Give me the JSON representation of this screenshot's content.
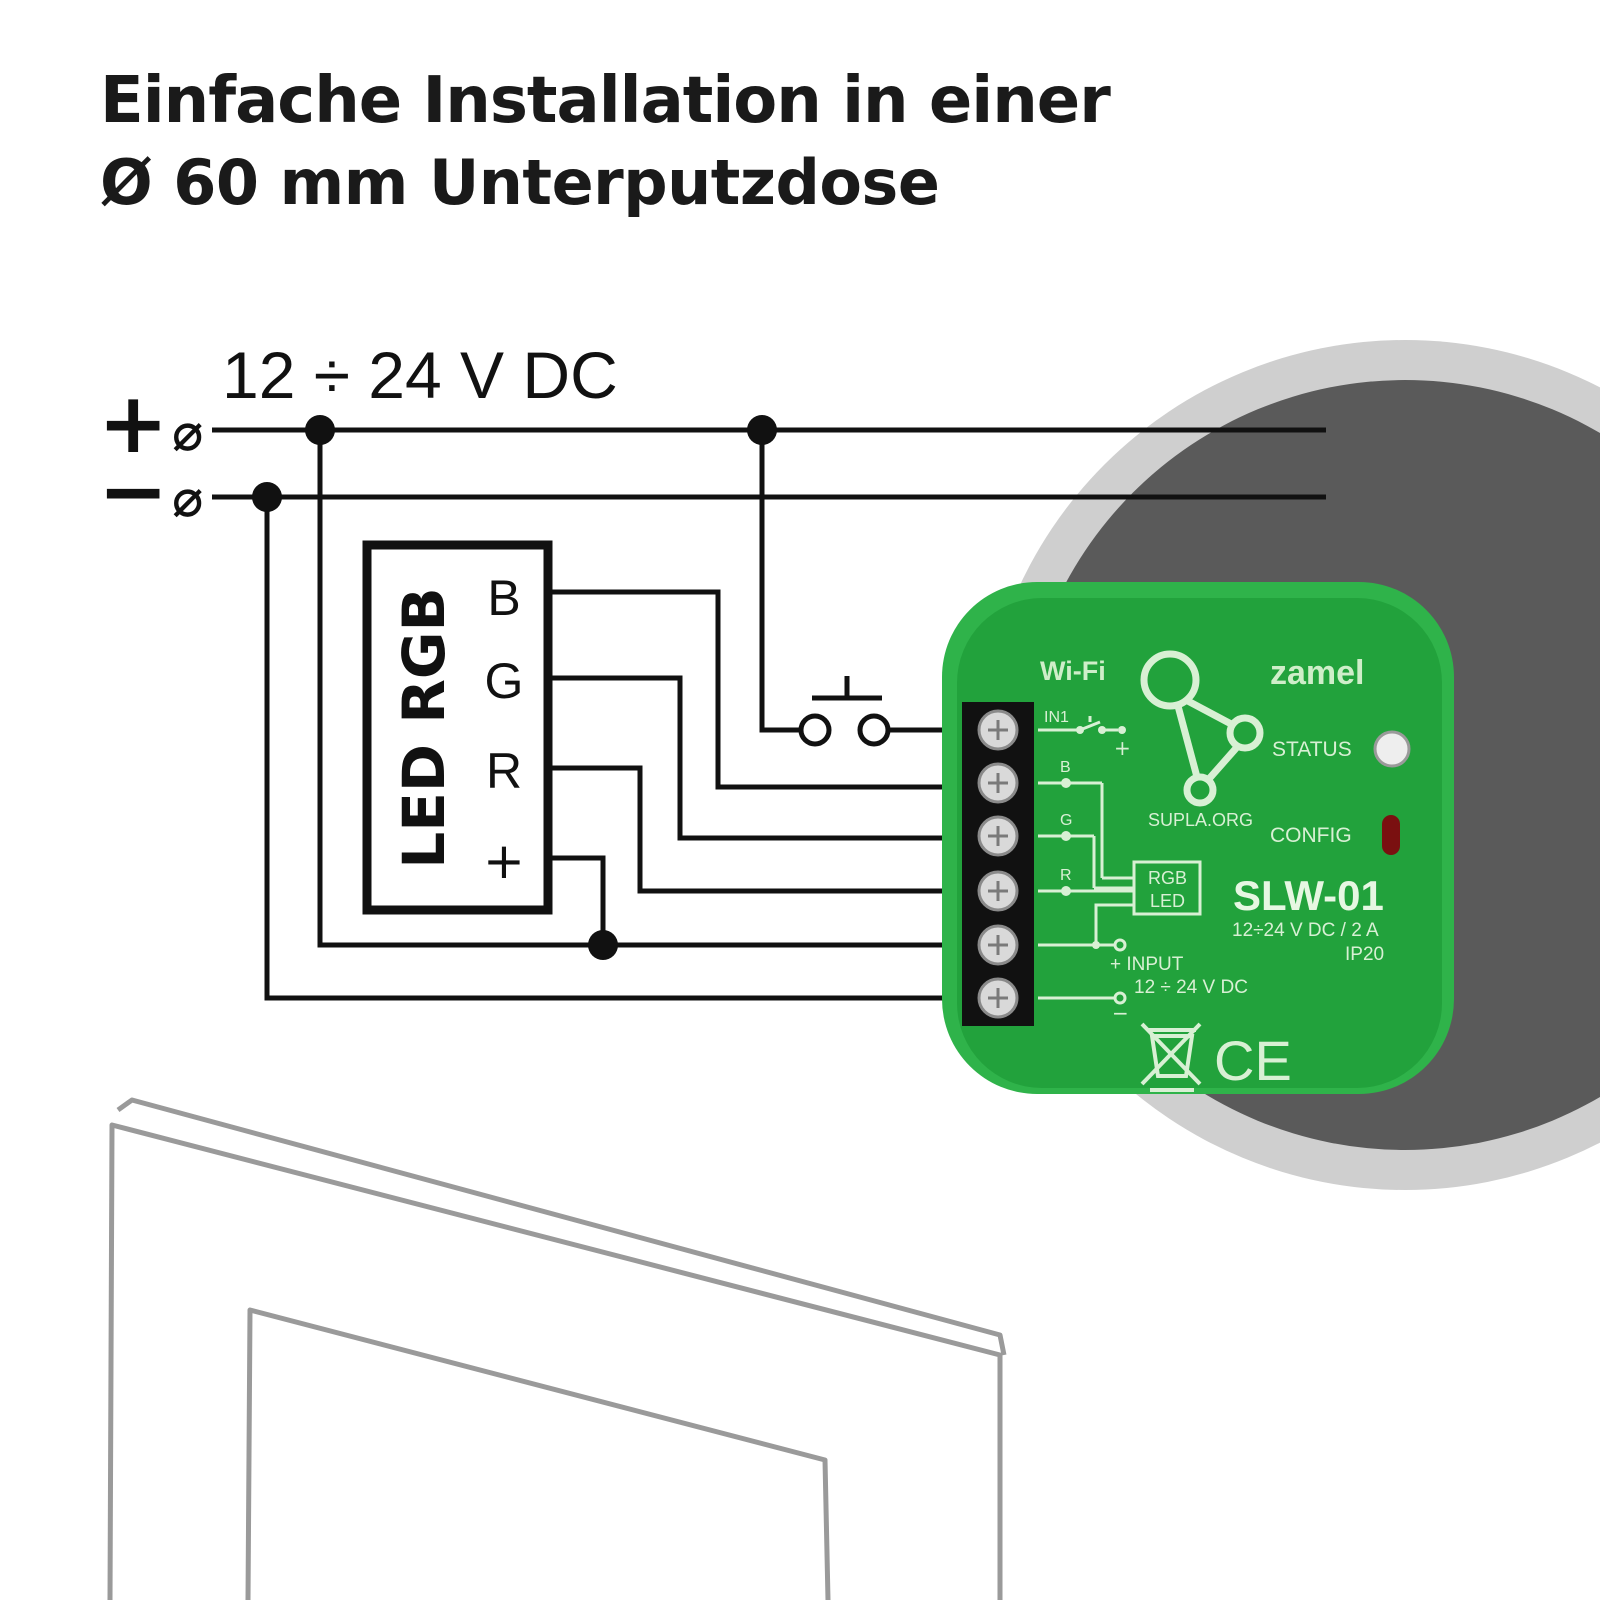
{
  "header": {
    "title": "Einfache Installation in einer",
    "subtitle": "Ø 60 mm Unterputzdose"
  },
  "supply": {
    "label": "12 ÷ 24 V DC",
    "plus": "+",
    "minus": "−",
    "terminal_glyph": "⌀"
  },
  "led_strip": {
    "label": "LED RGB",
    "pins": [
      "B",
      "G",
      "R",
      "+"
    ]
  },
  "device": {
    "brand": "zamel",
    "wifi": "Wi-Fi",
    "site": "SUPLA.ORG",
    "status": "STATUS",
    "config": "CONFIG",
    "model": "SLW-01",
    "rating": "12÷24 V DC / 2 A",
    "ip": "IP20",
    "in1": "IN1",
    "in1_plus": "+",
    "pin_b": "B",
    "pin_g": "G",
    "pin_r": "R",
    "rgb_box_line1": "RGB",
    "rgb_box_line2": "LED",
    "input_label": "+ INPUT",
    "input_voltage": "12 ÷ 24 V DC",
    "input_minus": "−",
    "ce": "CE",
    "color_body": "#2fb34a",
    "color_face": "#22a23c"
  },
  "colors": {
    "wire": "#111111",
    "box_dark": "#5a5a5a",
    "box_ring": "#cfcfcf",
    "frame": "#9a9a9a"
  }
}
